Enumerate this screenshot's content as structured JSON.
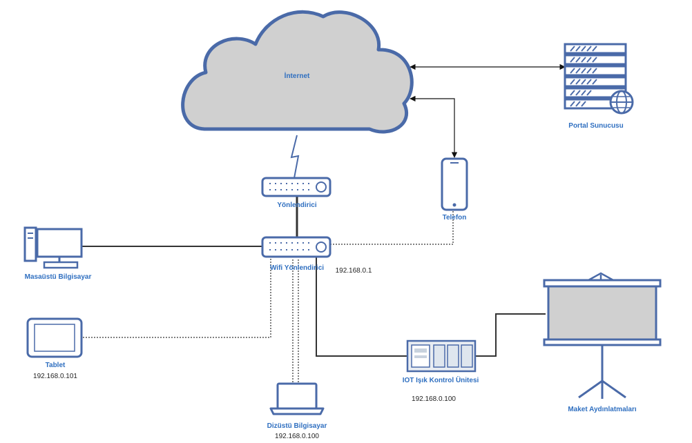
{
  "colors": {
    "outline": "#4a6aa8",
    "cloud_fill": "#d0d0d0",
    "label_blue": "#2f6fc0",
    "ip_text": "#222222",
    "line": "#333333"
  },
  "nodes": {
    "internet": {
      "label": "İnternet",
      "icon": "cloud-icon"
    },
    "portal_server": {
      "label": "Portal Sunucusu",
      "icon": "server-icon"
    },
    "phone": {
      "label": "Telefon",
      "icon": "phone-icon"
    },
    "router": {
      "label": "Yönlendirici",
      "icon": "router-icon"
    },
    "wifi_router": {
      "label": "Wifi Yönlendirici",
      "ip": "192.168.0.1",
      "icon": "wifi-router-icon"
    },
    "desktop": {
      "label": "Masaüstü Bilgisayar",
      "icon": "desktop-icon"
    },
    "tablet": {
      "label": "Tablet",
      "ip": "192.168.0.101",
      "icon": "tablet-icon"
    },
    "laptop": {
      "label": "Dizüstü Bilgisayar",
      "ip": "192.168.0.100",
      "icon": "laptop-icon"
    },
    "iot_unit": {
      "label": "IOT Işık Kontrol Ünitesi",
      "ip": "192.168.0.100",
      "icon": "plc-icon"
    },
    "display": {
      "label": "Maket Aydınlatmaları",
      "icon": "projector-screen-icon"
    }
  }
}
